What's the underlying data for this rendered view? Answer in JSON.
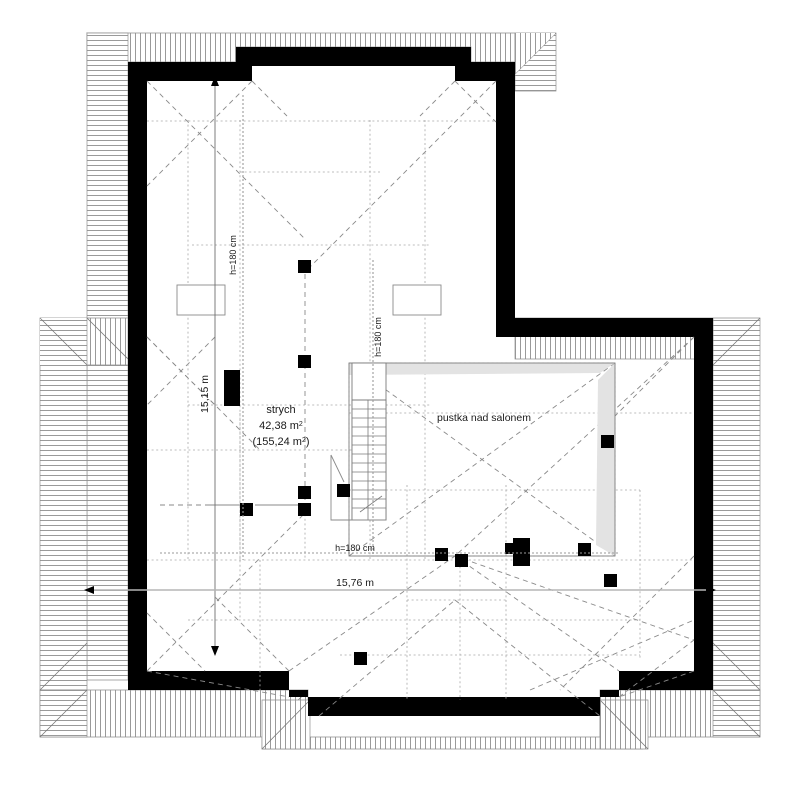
{
  "drawing": {
    "type": "architectural-floor-plan",
    "level_name": "strych",
    "language": "pl",
    "background_color": "#ffffff",
    "wall_color": "#000000",
    "hatch_color": "#8c8c8c",
    "dashed_color": "#777777",
    "void_fill_color": "#e3e3e3",
    "dimension_color": "#9a9a9a"
  },
  "labels": {
    "room_name": "strych",
    "room_area": "42,38 m",
    "room_area_sup": "2",
    "room_volume_open": "(155,24 m",
    "room_volume_sup": "2",
    "room_volume_close": ")",
    "void_label": "pustka nad salonem",
    "height_label_horizontal": "h=180 cm",
    "height_label_vertical_left": "h=180 cm",
    "height_label_vertical_right": "h=180 cm",
    "dim_vertical": "15,15 m",
    "dim_horizontal": "15,76 m"
  },
  "dimensions": {
    "total_width": "15,76 m",
    "total_depth": "15,15 m",
    "knee_wall_height": "h=180 cm",
    "attic_floor_area": "42,38 m2",
    "attic_gross_area": "155,24 m2"
  }
}
